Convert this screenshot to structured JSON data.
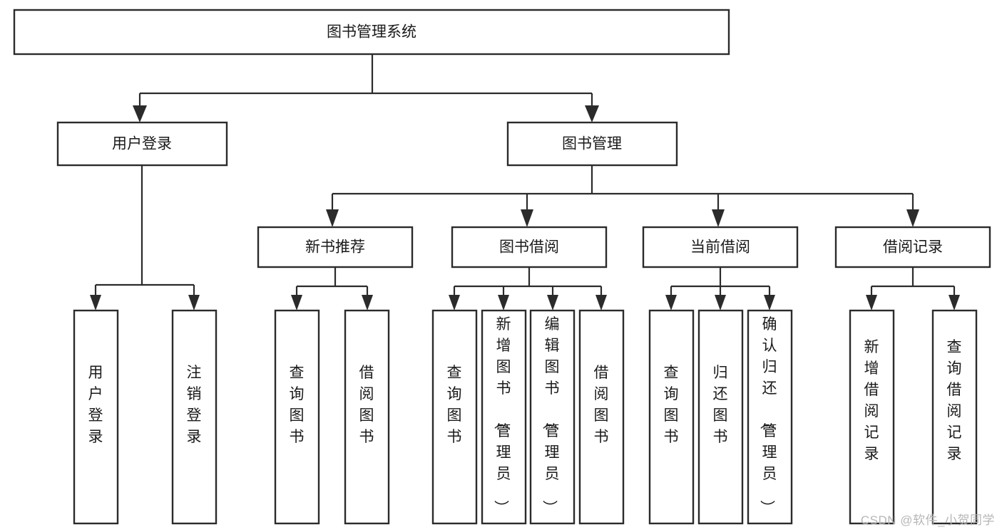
{
  "diagram": {
    "type": "hierarchy-tree",
    "title": "图书管理系统",
    "orientation": "top-down",
    "levels": 4,
    "root": {
      "id": "root",
      "label": "图书管理系统"
    },
    "level2": [
      {
        "id": "user-login",
        "label": "用户登录"
      },
      {
        "id": "book-management",
        "label": "图书管理"
      }
    ],
    "level3": [
      {
        "id": "new-book-recommend",
        "label": "新书推荐",
        "parent": "book-management"
      },
      {
        "id": "book-borrow",
        "label": "图书借阅",
        "parent": "book-management"
      },
      {
        "id": "current-borrow",
        "label": "当前借阅",
        "parent": "book-management"
      },
      {
        "id": "borrow-record",
        "label": "借阅记录",
        "parent": "book-management"
      }
    ],
    "leaves": {
      "user-login": [
        {
          "id": "leaf-user-login",
          "label": "用户登录"
        },
        {
          "id": "leaf-logout-login",
          "label": "注销登录"
        }
      ],
      "new-book-recommend": [
        {
          "id": "leaf-query-book-1",
          "label": "查询图书"
        },
        {
          "id": "leaf-borrow-book-1",
          "label": "借阅图书"
        }
      ],
      "book-borrow": [
        {
          "id": "leaf-query-book-2",
          "label": "查询图书"
        },
        {
          "id": "leaf-add-book",
          "label": "新增图书（管理员）"
        },
        {
          "id": "leaf-edit-book",
          "label": "编辑图书（管理员）"
        },
        {
          "id": "leaf-borrow-book-2",
          "label": "借阅图书"
        }
      ],
      "current-borrow": [
        {
          "id": "leaf-query-book-3",
          "label": "查询图书"
        },
        {
          "id": "leaf-return-book",
          "label": "归还图书"
        },
        {
          "id": "leaf-confirm-return",
          "label": "确认归还（管理员）"
        }
      ],
      "borrow-record": [
        {
          "id": "leaf-add-borrow-record",
          "label": "新增借阅记录"
        },
        {
          "id": "leaf-query-borrow-record",
          "label": "查询借阅记录"
        }
      ]
    },
    "colors": {
      "box_fill": "#ffffff",
      "box_stroke": "#2b2b2b",
      "connector": "#2b2b2b",
      "text": "#1a1a1a",
      "background": "#ffffff",
      "watermark": "#b6b6b6"
    }
  },
  "watermark": {
    "text": "CSDN @软件_小贺同学"
  }
}
